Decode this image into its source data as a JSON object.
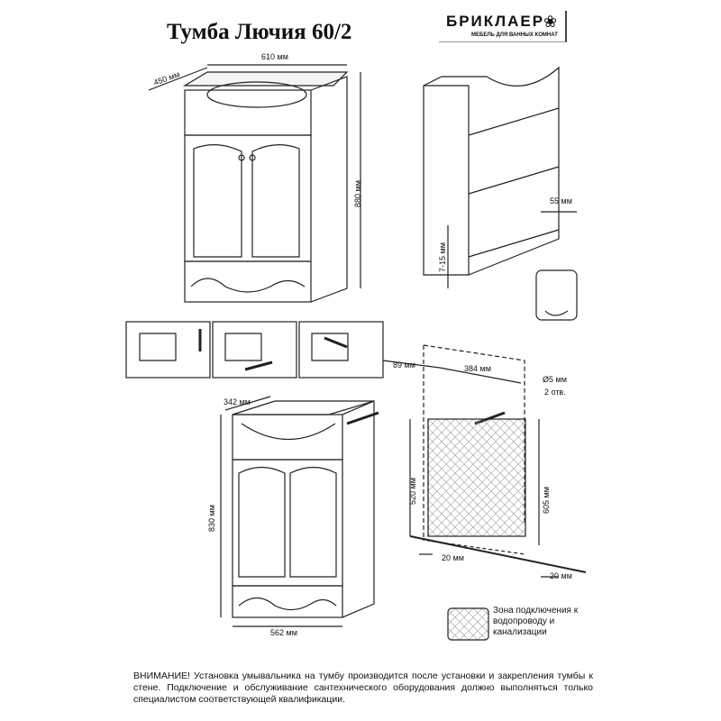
{
  "title": "Тумба Лючия 60/2",
  "logo": {
    "brand": "БРИКЛАЕР",
    "tagline": "МЕБЕЛЬ ДЛЯ ВАННЫХ КОМНАТ"
  },
  "dims": {
    "width_top": "610 мм",
    "depth_top": "450 мм",
    "height_top": "880 мм",
    "shelf_gap": "55 мм",
    "leg_adjust": "7-15 мм",
    "hole_offset": "89 мм",
    "hole_spacing": "384 мм",
    "hole_diameter": "Ø5 мм",
    "hole_count": "2 отв.",
    "depth_bottom": "342 мм",
    "height_bottom": "830 мм",
    "width_bottom": "562 мм",
    "zone_height": "520 мм",
    "zone_total_height": "605 мм",
    "zone_left_offset": "20 мм",
    "zone_right_offset": "20 мм"
  },
  "legend": {
    "text": "Зона подключения к водопроводу и канализации"
  },
  "warning": "ВНИМАНИЕ! Установка умывальника на тумбу производится после установки и закрепления тумбы к стене. Подключение и обслуживание сантехнического оборудования должно выполняться только специалистом соответствующей квалификации."
}
